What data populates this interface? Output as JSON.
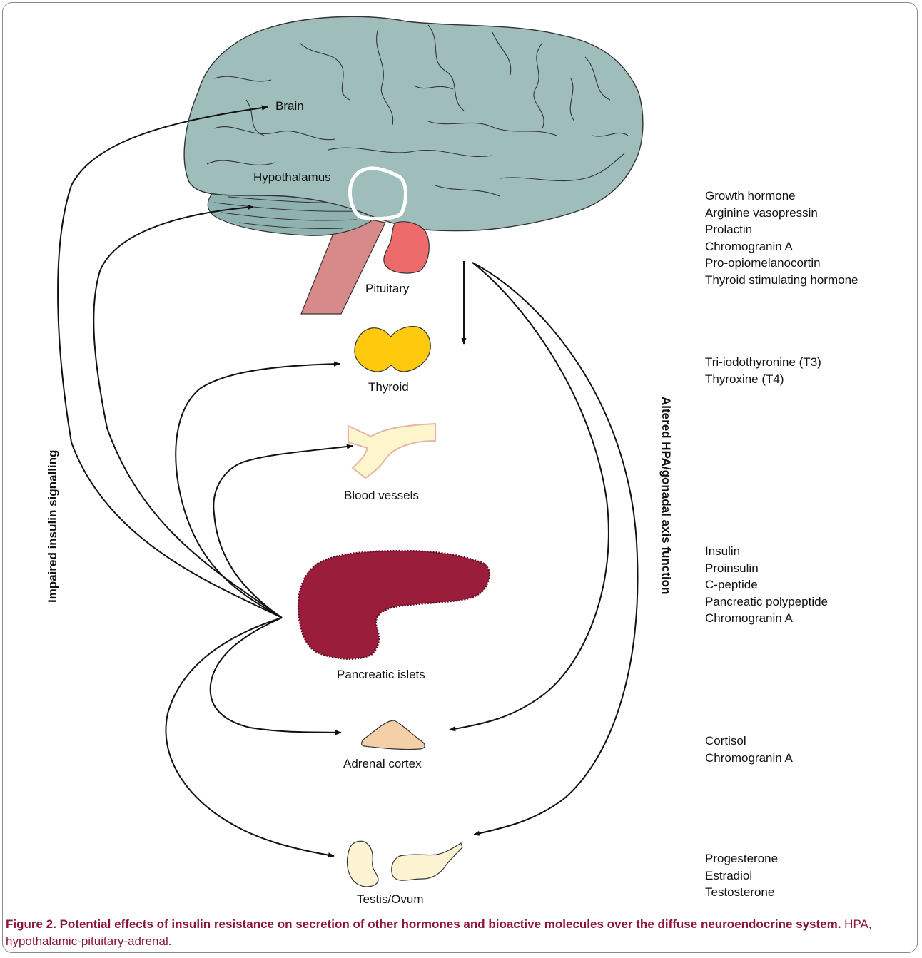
{
  "organs": {
    "brain": "Brain",
    "hypothalamus": "Hypothalamus",
    "pituitary": "Pituitary",
    "thyroid": "Thyroid",
    "blood_vessels": "Blood vessels",
    "pancreatic_islets": "Pancreatic islets",
    "adrenal_cortex": "Adrenal cortex",
    "testis_ovum": "Testis/Ovum"
  },
  "axis_labels": {
    "left": "Impaired insulin signalling",
    "right": "Altered HPA/gonadal axis function"
  },
  "hormones": {
    "pituitary": [
      "Growth hormone",
      "Arginine vasopressin",
      "Prolactin",
      "Chromogranin A",
      "Pro-opiomelanocortin",
      "Thyroid stimulating hormone"
    ],
    "thyroid": [
      "Tri-iodothyronine (T3)",
      "Thyroxine (T4)"
    ],
    "pancreas": [
      "Insulin",
      "Proinsulin",
      "C-peptide",
      "Pancreatic polypeptide",
      "Chromogranin A"
    ],
    "adrenal": [
      "Cortisol",
      "Chromogranin A"
    ],
    "gonads": [
      "Progesterone",
      "Estradiol",
      "Testosterone"
    ]
  },
  "caption": {
    "bold": "Figure 2. Potential effects of insulin resistance on secretion of other hormones and bioactive molecules over the diffuse neuroendocrine system.",
    "rest": " HPA, hypothalamic-pituitary-adrenal."
  },
  "colors": {
    "brain": "#9fbdbb",
    "cerebellum": "#8fb1af",
    "brainstem": "#d88a8a",
    "pituitary": "#ee6b6b",
    "thyroid": "#ffc90e",
    "vessel": "#fdf6cc",
    "pancreas": "#9b1d3c",
    "adrenal": "#f4cfa8",
    "gonad": "#fbf3d2",
    "caption": "#8b1538"
  }
}
